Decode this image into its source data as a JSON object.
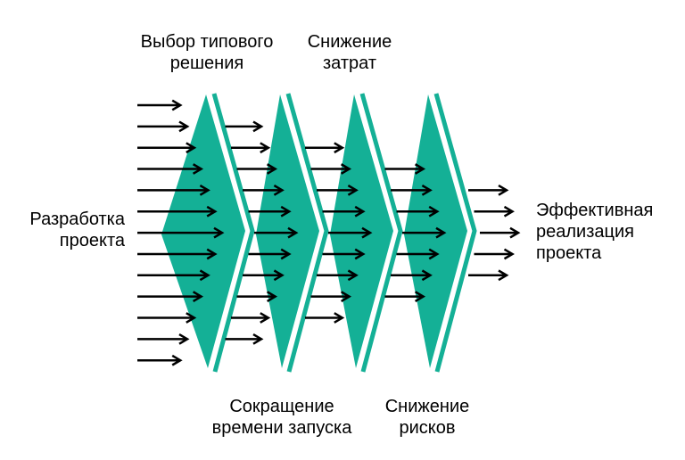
{
  "colors": {
    "background": "#ffffff",
    "filter_fill": "#14b096",
    "stripe": "#ffffff",
    "arrow": "#000000",
    "label_text": "#000000"
  },
  "labels": {
    "input": {
      "lines": [
        "Разработка",
        "проекта"
      ]
    },
    "output": {
      "lines": [
        "Эффективная",
        "реализация",
        "проекта"
      ]
    },
    "stage_top_1": {
      "lines": [
        "Выбор типового",
        "решения"
      ]
    },
    "stage_top_2": {
      "lines": [
        "Снижение",
        "затрат"
      ]
    },
    "stage_bottom_1": {
      "lines": [
        "Сокращение",
        "времени запуска"
      ]
    },
    "stage_bottom_2": {
      "lines": [
        "Снижение",
        "рисков"
      ]
    }
  },
  "diagram": {
    "filter_count": 4,
    "arrow_rows": 13,
    "arrows_per_stage": [
      13,
      11,
      9,
      7,
      5
    ]
  }
}
